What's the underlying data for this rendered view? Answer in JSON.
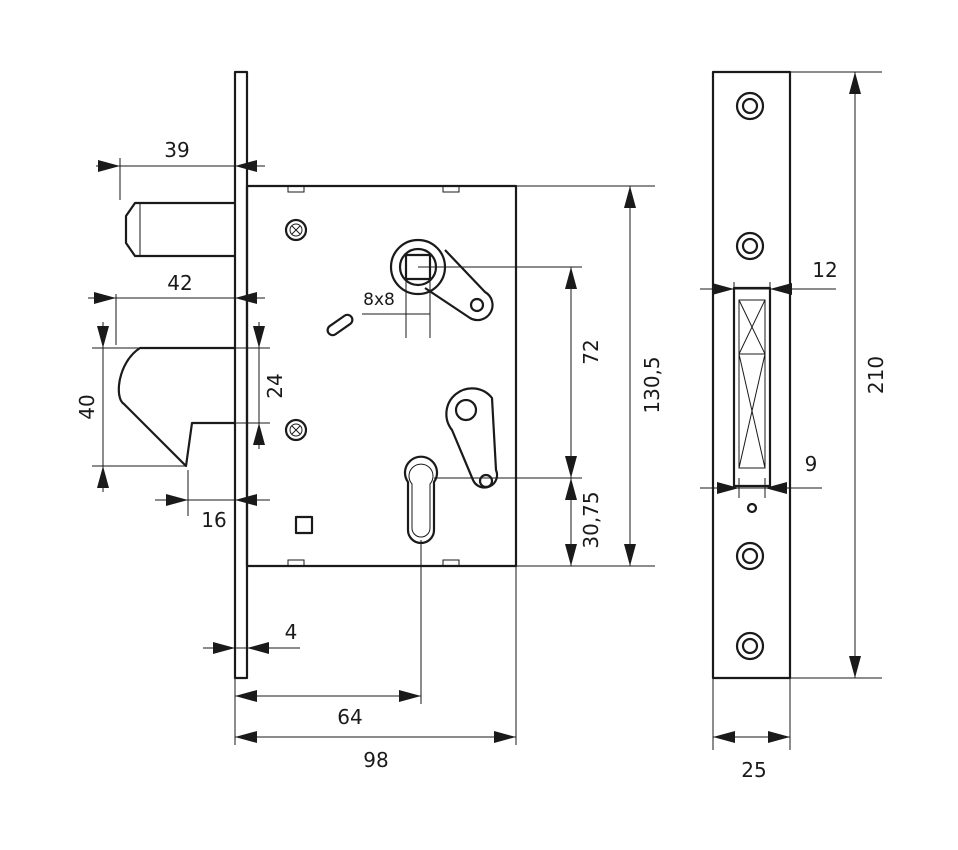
{
  "dimensions": {
    "bolt_projection": "39",
    "latch_projection": "42",
    "latch_height": "40",
    "latch_inner": "24",
    "latch_offset": "16",
    "spindle": "8x8",
    "backset_center": "72",
    "case_height": "130,5",
    "cylinder_offset": "30,75",
    "faceplate_thickness": "4",
    "backset": "64",
    "case_depth": "98",
    "strike_slot_width": "12",
    "strike_small": "9",
    "strike_height": "210",
    "strike_width": "25"
  }
}
